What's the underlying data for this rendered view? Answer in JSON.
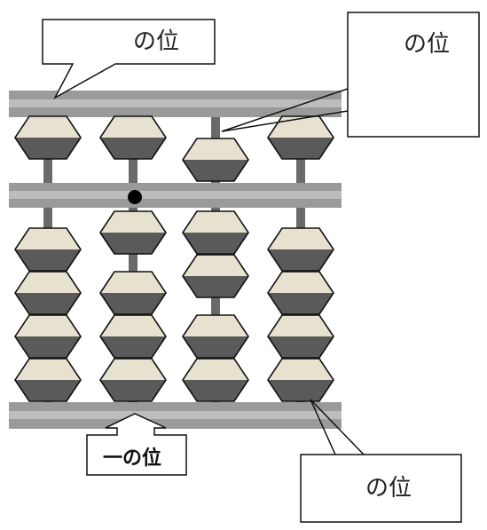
{
  "labels": {
    "top_left": "の位",
    "top_right": "の位",
    "bottom_left": "一の位",
    "bottom_right": "の位"
  },
  "colors": {
    "bead_light": "#e6e2cf",
    "bead_dark": "#5a5a5a",
    "bar": "#8f8f8f",
    "rod": "#6a6a6a",
    "outline": "#111111"
  },
  "abacus": {
    "columns": 4,
    "heaven_beads_per_column": 1,
    "earth_beads_per_column": 4,
    "heaven_bead_position": [
      "up",
      "up",
      "down",
      "up"
    ],
    "earth_beads_raised": [
      0,
      1,
      2,
      0
    ],
    "unit_point_marker_column": 2
  }
}
